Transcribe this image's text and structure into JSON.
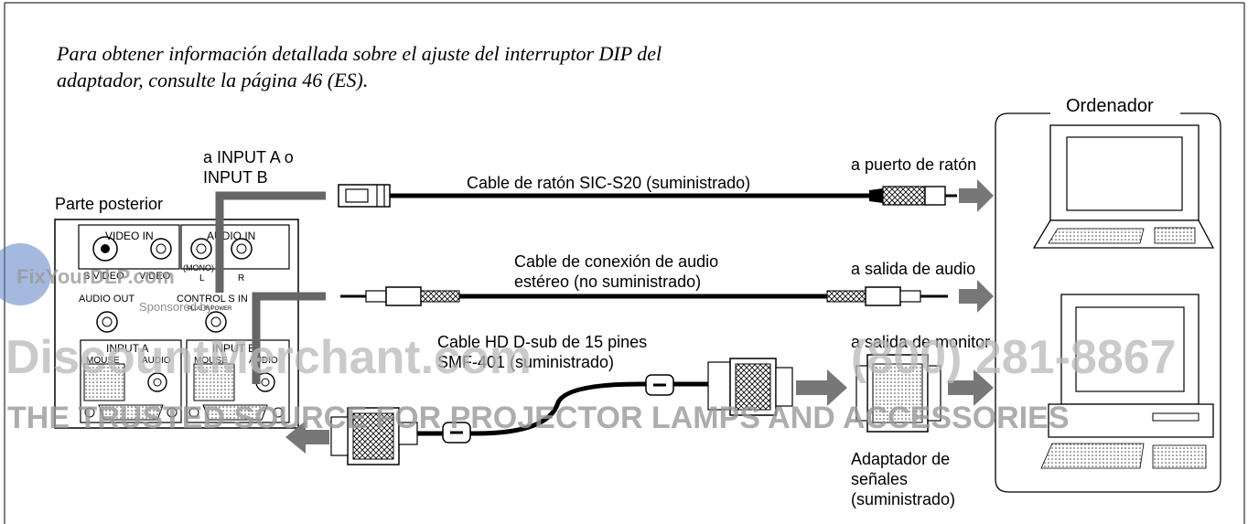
{
  "intro": {
    "line1": "Para obtener información detallada sobre el ajuste del interruptor DIP del",
    "line2": "adaptador, consulte la página 46 (ES)."
  },
  "computer_group": {
    "title": "Ordenador"
  },
  "projector": {
    "title": "Parte posterior",
    "video_in": "VIDEO IN",
    "audio_in": "AUDIO IN",
    "s_video": "S VIDEO",
    "video": "VIDEO",
    "mono": "(MONO)",
    "l": "L",
    "r": "R",
    "audio_out": "AUDIO OUT",
    "control_s_in": "CONTROL S IN",
    "plug_in_power": "PLUG IN POWER",
    "input_a": "INPUT A",
    "input_b": "INPUT B",
    "mouse_a": "MOUSE",
    "audio_a": "AUDIO",
    "mouse_b": "MOUSE",
    "audio_b": "AUDIO"
  },
  "labels": {
    "to_input_line1": "a INPUT A o",
    "to_input_line2": "INPUT B",
    "mouse_cable": "Cable de ratón SIC-S20 (suministrado)",
    "to_mouse_port": "a puerto de ratón",
    "audio_cable_line1": "Cable de conexión de audio",
    "audio_cable_line2": "estéreo (no suministrado)",
    "to_audio_out": "a salida de audio",
    "hd_cable_line1": "Cable HD D-sub de 15 pines",
    "hd_cable_line2": "SMF-401 (suministrado)",
    "to_monitor_out": "a salida de monitor",
    "adapter_line1": "Adaptador de",
    "adapter_line2": "señales",
    "adapter_line3": "(suministrado)"
  },
  "watermark": {
    "logo": "FixYourDLP.com",
    "sponsored": "Sponsored by",
    "brand": "DiscountMerchant.com",
    "phone": "(800) 281-8867",
    "tagline": "THE TRUSTED SOURCE FOR PROJECTOR LAMPS AND ACCESSORIES"
  },
  "icons": [
    "mouse-connector-icon",
    "minijack-plug-icon",
    "dsub-connector-icon",
    "ferrite-core-icon",
    "computer-icon",
    "arrow-right-icon",
    "arrow-left-icon"
  ]
}
